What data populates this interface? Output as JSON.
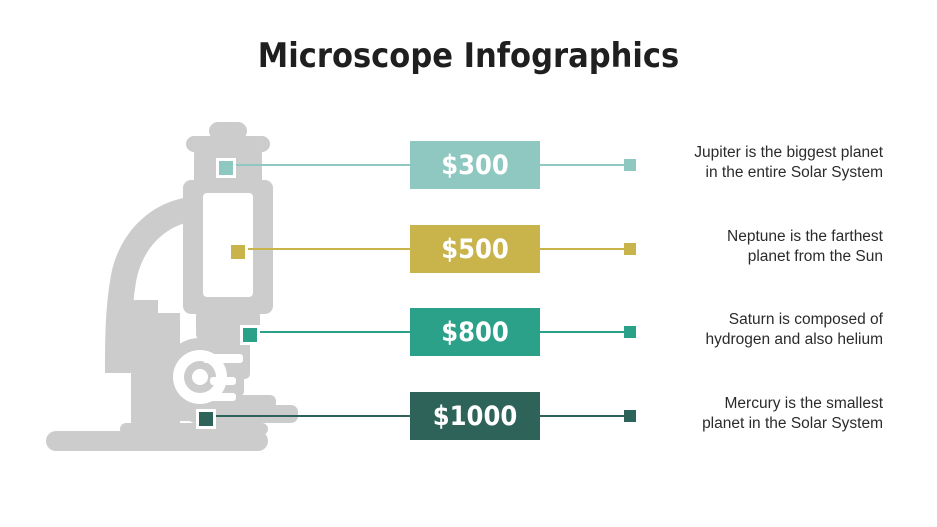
{
  "slide": {
    "title": "Microscope Infographics",
    "background_color": "#ffffff",
    "title_color": "#1f1f1f",
    "illustration_color": "#cccccc",
    "illustration_name": "microscope-illustration"
  },
  "colors": {
    "light_teal": "#8fc8c0",
    "gold": "#c9b44c",
    "teal": "#2ba189",
    "dark_teal": "#2d6358",
    "illustration_gray": "#cccccc",
    "text": "#2b2b2b"
  },
  "chart_data": {
    "type": "table",
    "title": "Microscope Infographics",
    "columns": [
      "value",
      "description"
    ],
    "rows": [
      {
        "value": "$300",
        "description": "Jupiter is the biggest planet in the entire Solar System"
      },
      {
        "value": "$500",
        "description": "Neptune is the farthest planet from the Sun"
      },
      {
        "value": "$800",
        "description": "Saturn is composed of hydrogen and also helium"
      },
      {
        "value": "$1000",
        "description": "Mercury is the smallest planet in the Solar System"
      }
    ]
  },
  "items": [
    {
      "value": "$300",
      "desc_line1": "Jupiter is the biggest planet",
      "desc_line2": "in the entire Solar System",
      "color": "#8fc8c0",
      "marker_name": "callout-marker-300"
    },
    {
      "value": "$500",
      "desc_line1": "Neptune is the farthest",
      "desc_line2": "planet from the Sun",
      "color": "#c9b44c",
      "marker_name": "callout-marker-500"
    },
    {
      "value": "$800",
      "desc_line1": "Saturn is composed of",
      "desc_line2": "hydrogen and also helium",
      "color": "#2ba189",
      "marker_name": "callout-marker-800"
    },
    {
      "value": "$1000",
      "desc_line1": "Mercury is the smallest",
      "desc_line2": "planet in the Solar System",
      "color": "#2d6358",
      "marker_name": "callout-marker-1000"
    }
  ]
}
